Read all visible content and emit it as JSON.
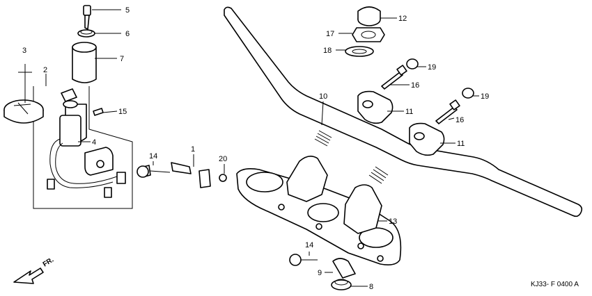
{
  "callouts": {
    "c1": "1",
    "c2": "2",
    "c3": "3",
    "c4": "4",
    "c5": "5",
    "c6": "6",
    "c7": "7",
    "c8": "8",
    "c9": "9",
    "c10": "10",
    "c11a": "11",
    "c11b": "11",
    "c12": "12",
    "c13": "13",
    "c14a": "14",
    "c14b": "14",
    "c15": "15",
    "c16a": "16",
    "c16b": "16",
    "c17": "17",
    "c18": "18",
    "c19a": "19",
    "c19b": "19",
    "c20": "20"
  },
  "diagram_code": "KJ33- F 0400 A",
  "direction_label": "FR."
}
